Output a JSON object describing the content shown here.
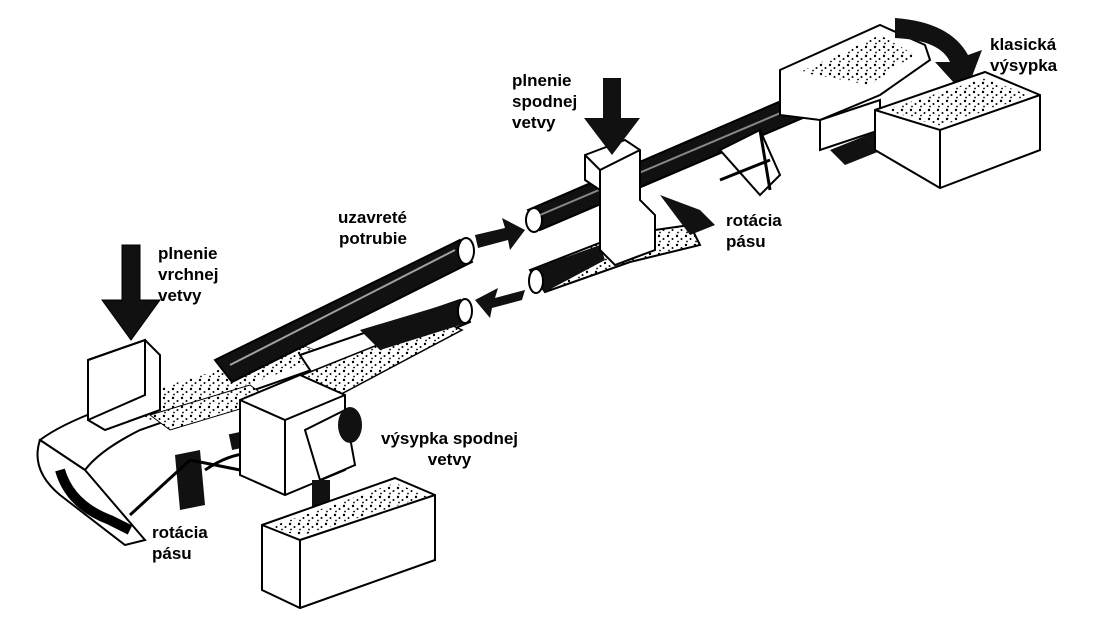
{
  "colors": {
    "ink": "#000000",
    "paper": "#ffffff",
    "material": "#777777"
  },
  "labels": {
    "top_fill": [
      "plnenie",
      "vrchnej",
      "vetvy"
    ],
    "closed_pipe": [
      "uzavreté",
      "potrubie"
    ],
    "bottom_fill": [
      "plnenie",
      "spodnej",
      "vetvy"
    ],
    "classic_discharge": [
      "klasická",
      "výsypka"
    ],
    "belt_rotation_right": [
      "rotácia",
      "pásu"
    ],
    "bottom_discharge": [
      "výsypka spodnej",
      "vetvy"
    ],
    "belt_rotation_left": [
      "rotácia",
      "pásu"
    ]
  }
}
